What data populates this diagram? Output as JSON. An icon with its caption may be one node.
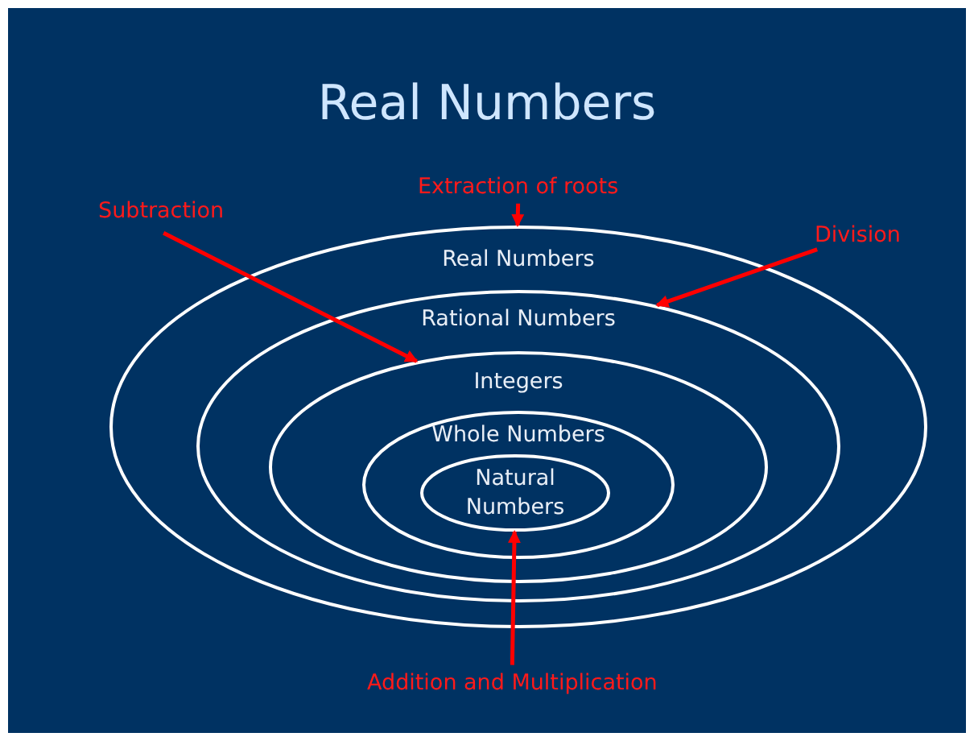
{
  "diagram": {
    "title": "Real Numbers",
    "nodes": [
      {
        "text": [
          "Real Numbers"
        ]
      },
      {
        "text": [
          "Rational Numbers"
        ],
        "in": 0
      },
      {
        "text": [
          "Integers"
        ],
        "in": 1
      },
      {
        "text": [
          "Whole Numbers"
        ],
        "in": 2
      },
      {
        "text": [
          "Natural Numbers"
        ],
        "in": 3
      },
      {
        "text": [
          "Extraction of roots"
        ]
      },
      {
        "text": [
          "Subtraction"
        ]
      },
      {
        "text": [
          "Division"
        ]
      },
      {
        "text": [
          "Addition and Multiplication"
        ]
      }
    ],
    "edges": [
      {
        "from": 5,
        "to": 0,
        "arrow": "to"
      },
      {
        "from": 6,
        "to": 2,
        "arrow": "to"
      },
      {
        "from": 7,
        "to": 1,
        "arrow": "to"
      },
      {
        "from": 8,
        "to": 4,
        "arrow": "to"
      }
    ]
  }
}
